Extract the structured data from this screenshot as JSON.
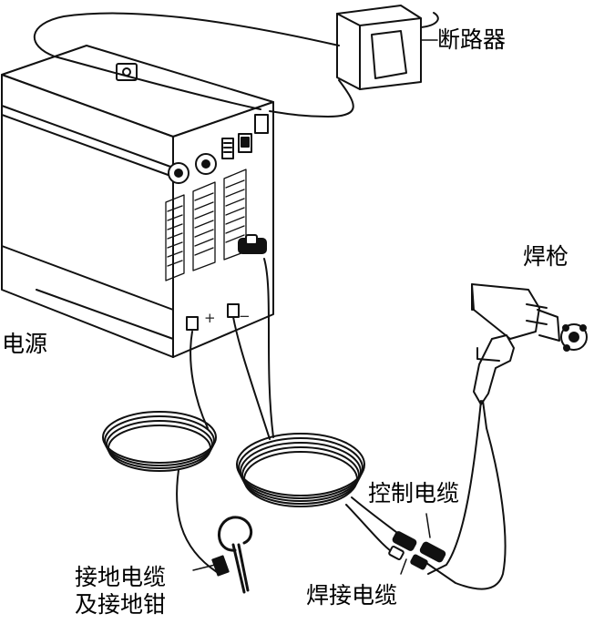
{
  "labels": {
    "breaker": "断路器",
    "power_supply": "电源",
    "welding_gun": "焊枪",
    "control_cable": "控制电缆",
    "welding_cable": "焊接电缆",
    "ground_cable_line1": "接地电缆",
    "ground_cable_line2": "及接地钳"
  },
  "polarity": {
    "positive": "+",
    "negative": "−"
  }
}
